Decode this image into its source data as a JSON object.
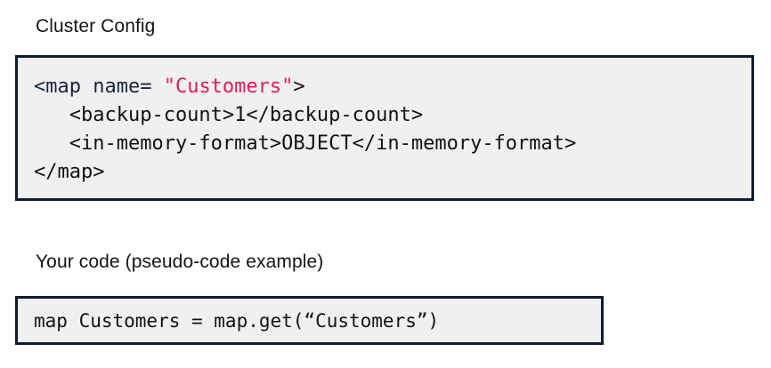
{
  "page": {
    "background_color": "#ffffff",
    "text_color": "#13141a"
  },
  "sections": [
    {
      "heading": "Cluster Config",
      "code_box": {
        "background_color": "#f0f0f0",
        "border_color": "#0d1b36",
        "language": "xml",
        "lines": [
          {
            "tokens": [
              {
                "text": "<map name= ",
                "type": "tag",
                "color": "#16243f"
              },
              {
                "text": "\"Customers\"",
                "type": "string",
                "color": "#e31b54"
              },
              {
                "text": ">",
                "type": "plain",
                "color": "#101214"
              }
            ]
          },
          {
            "tokens": [
              {
                "text": "   <backup-count>1</backup-count>",
                "type": "plain",
                "color": "#101214"
              }
            ]
          },
          {
            "tokens": [
              {
                "text": "   <in-memory-format>OBJECT</in-memory-format>",
                "type": "plain",
                "color": "#101214"
              }
            ]
          },
          {
            "tokens": [
              {
                "text": "</map>",
                "type": "plain",
                "color": "#101214"
              }
            ]
          }
        ],
        "plain_text": "<map name= \"Customers\">\n   <backup-count>1</backup-count>\n   <in-memory-format>OBJECT</in-memory-format>\n</map>"
      }
    },
    {
      "heading": "Your code (pseudo-code example)",
      "code_box": {
        "background_color": "#f0f0f0",
        "border_color": "#0d1b36",
        "language": "pseudo-code",
        "lines": [
          {
            "tokens": [
              {
                "text": "map Customers = map.get(“Customers”)",
                "type": "plain",
                "color": "#101214"
              }
            ]
          }
        ],
        "plain_text": "map Customers = map.get(“Customers”)"
      }
    }
  ]
}
